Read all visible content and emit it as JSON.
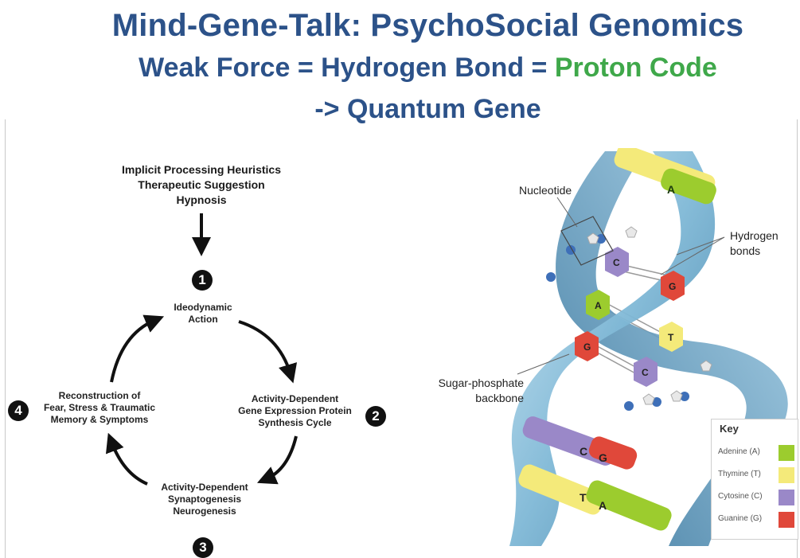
{
  "title": {
    "line1": "Mind-Gene-Talk: PsychoSocial Genomics",
    "line2_prefix": "Weak Force = Hydrogen Bond = ",
    "line2_highlight": "Proton Code",
    "line3": "-> Quantum Gene"
  },
  "cycle": {
    "intro": [
      "Implicit Processing Heuristics",
      "Therapeutic Suggestion",
      "Hypnosis"
    ],
    "steps": [
      {
        "number": "1",
        "lines": [
          "Ideodynamic",
          "Action"
        ]
      },
      {
        "number": "2",
        "lines": [
          "Activity-Dependent",
          "Gene Expression Protein",
          "Synthesis Cycle"
        ]
      },
      {
        "number": "3",
        "lines": [
          "Activity-Dependent",
          "Synaptogenesis",
          "Neurogenesis"
        ]
      },
      {
        "number": "4",
        "lines": [
          "Reconstruction of",
          "Fear, Stress & Traumatic",
          "Memory & Symptoms"
        ]
      }
    ]
  },
  "dna": {
    "labels": {
      "nucleotide": "Nucleotide",
      "hydrogen_bonds": [
        "Hydrogen",
        "bonds"
      ],
      "backbone": [
        "Sugar-phosphate",
        "backbone"
      ]
    },
    "base_letters": {
      "a": "A",
      "t": "T",
      "c": "C",
      "g": "G"
    },
    "key": {
      "title": "Key",
      "items": [
        {
          "label": "Adenine (A)",
          "color": "#9ccc2e"
        },
        {
          "label": "Thymine (T)",
          "color": "#f4ea7a"
        },
        {
          "label": "Cytosine (C)",
          "color": "#9a88c8"
        },
        {
          "label": "Guanine (G)",
          "color": "#e0483a"
        }
      ]
    },
    "colors": {
      "backbone": "#7fb8d6",
      "backbone_dark": "#3f7ea6",
      "sphere": "#3e6fb8"
    }
  },
  "colors": {
    "title_blue": "#2c5289",
    "title_green": "#3fa84a"
  }
}
